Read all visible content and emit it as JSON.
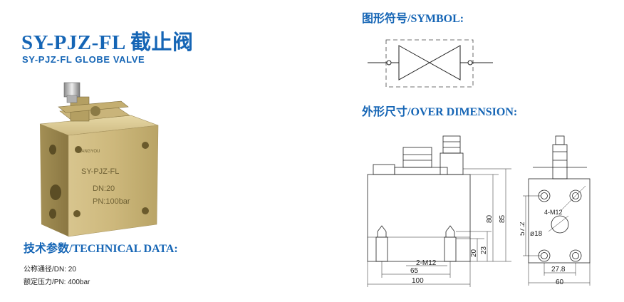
{
  "header": {
    "title": "SY-PJZ-FL 截止阀",
    "subtitle": "SY-PJZ-FL GLOBE VALVE"
  },
  "symbol": {
    "heading": "图形符号/SYMBOL:"
  },
  "dimension": {
    "heading": "外形尺寸/OVER DIMENSION:",
    "labels": {
      "d80": "80",
      "d85": "85",
      "d20": "20",
      "d23": "23",
      "thread2": "2-M12",
      "d65": "65",
      "d100": "100",
      "thread4": "4-M12",
      "d57": "57.2",
      "dia18": "ø18",
      "d278": "27.8",
      "d60": "60"
    }
  },
  "photo": {
    "label_model": "SY-PJZ-FL",
    "label_dn": "DN:20",
    "label_pn": "PN:100bar",
    "brand": "SHANGYOU"
  },
  "technical": {
    "heading": "技术参数/TECHNICAL DATA:",
    "rows": [
      {
        "label": "公称通径/DN",
        "value": "20"
      },
      {
        "label": "额定压力/PN",
        "value": "400bar"
      }
    ]
  }
}
